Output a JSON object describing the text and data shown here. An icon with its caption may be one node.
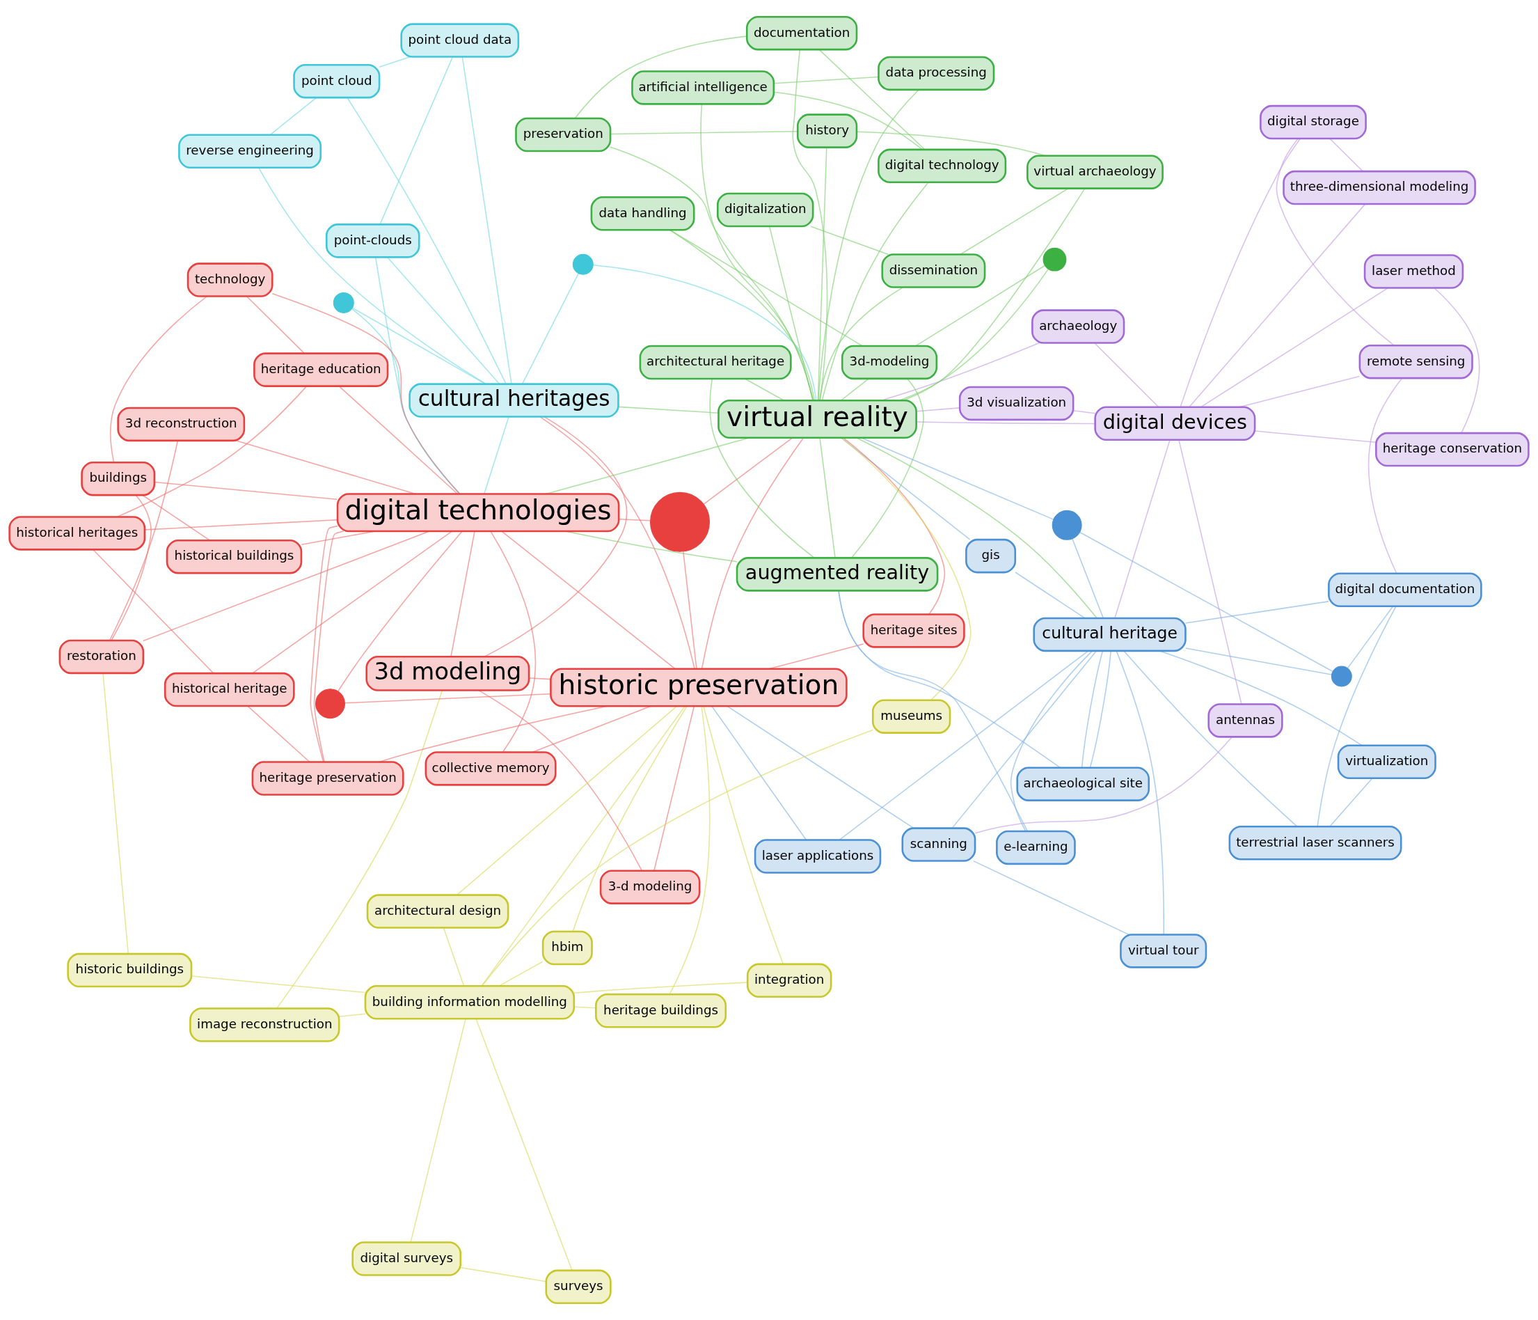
{
  "diagram": {
    "nodes": [
      {
        "text": [
          "virtual tour"
        ]
      },
      {
        "text": [
          "surveys"
        ]
      },
      {
        "text": [
          "scanning"
        ]
      },
      {
        "text": [
          "archaeology"
        ]
      },
      {
        "text": [
          "digital surveys"
        ]
      },
      {
        "text": [
          "hbim"
        ]
      },
      {
        "text": [
          "heritage conservation"
        ]
      },
      {
        "text": [
          "antennas"
        ]
      },
      {
        "text": [
          "heritage buildings"
        ]
      },
      {
        "text": [
          "laser method"
        ]
      },
      {
        "text": [
          "integration"
        ]
      },
      {
        "text": [
          "laser applications"
        ]
      },
      {
        "text": [
          "three-dimensional modeling"
        ]
      },
      {
        "text": [
          "building information modelling"
        ]
      },
      {
        "text": [
          "gis"
        ]
      },
      {
        "text": [
          "virtualization"
        ]
      },
      {
        "text": [
          "3-d modeling"
        ]
      },
      {
        "text": [
          "terrestrial laser scanners"
        ]
      },
      {
        "text": [
          "architectural design"
        ]
      },
      {
        "text": [
          "heritage sites"
        ]
      },
      {
        "text": [
          "historic buildings"
        ]
      },
      {
        "text": [
          "3d visualization"
        ]
      },
      {
        "text": [
          "digital storage"
        ]
      },
      {
        "text": [
          "museums"
        ]
      },
      {
        "text": [
          "image reconstruction"
        ]
      },
      {
        "text": [
          "historic preservation"
        ]
      },
      {
        "text": [
          "remote sensing"
        ]
      },
      {
        "text": [
          "digital devices"
        ]
      },
      {
        "text": [
          "reverse engineering"
        ]
      },
      {
        "text": [],
        "shape": "circle"
      },
      {
        "text": [
          "3d modeling"
        ]
      },
      {
        "text": [
          "digital documentation"
        ]
      },
      {
        "text": [],
        "shape": "circle"
      },
      {
        "text": [
          "virtual reality"
        ]
      },
      {
        "text": [
          "cultural heritages"
        ]
      },
      {
        "text": [
          "point cloud"
        ]
      },
      {
        "text": [
          "cultural heritage"
        ]
      },
      {
        "text": [],
        "shape": "circle"
      },
      {
        "text": [],
        "shape": "circle"
      },
      {
        "text": [
          "3d reconstruction"
        ]
      },
      {
        "text": [
          "point cloud data"
        ]
      },
      {
        "text": [
          "point-clouds"
        ]
      },
      {
        "text": [
          "digitalization"
        ]
      },
      {
        "text": [
          "archaeological site"
        ]
      },
      {
        "text": [
          "collective memory"
        ]
      },
      {
        "text": [
          "restoration"
        ]
      },
      {
        "text": [
          "augmented reality"
        ]
      },
      {
        "text": [
          "dissemination"
        ]
      },
      {
        "text": [
          "virtual archaeology"
        ]
      },
      {
        "text": [
          "e-learning"
        ]
      },
      {
        "text": [
          "digital technologies"
        ]
      },
      {
        "text": [],
        "shape": "circle"
      },
      {
        "text": [],
        "shape": "circle"
      },
      {
        "text": [
          "history"
        ]
      },
      {
        "text": [
          "3d-modeling"
        ]
      },
      {
        "text": [],
        "shape": "circle"
      },
      {
        "text": [
          "historical buildings"
        ]
      },
      {
        "text": [
          "data handling"
        ]
      },
      {
        "text": [
          "buildings"
        ]
      },
      {
        "text": [
          "architectural heritage"
        ]
      },
      {
        "text": [
          "preservation"
        ]
      },
      {
        "text": [
          "documentation"
        ]
      },
      {
        "text": [
          "heritage preservation"
        ]
      },
      {
        "text": [
          "technology"
        ]
      },
      {
        "text": [
          "digital technology"
        ]
      },
      {
        "text": [
          "historical heritages"
        ]
      },
      {
        "text": [
          "heritage education"
        ]
      },
      {
        "text": [
          "data processing"
        ]
      },
      {
        "text": [
          "historical heritage"
        ]
      },
      {
        "text": [
          "artificial intelligence"
        ]
      }
    ],
    "edges": [
      {
        "from": 0,
        "to": 36,
        "arrow": "none",
        "color": "#7fb2e5"
      },
      {
        "from": 0,
        "to": 2,
        "arrow": "none",
        "color": "#7fb2e5"
      },
      {
        "from": 1,
        "to": 13,
        "arrow": "none",
        "color": "#d9d95a"
      },
      {
        "from": 1,
        "to": 4,
        "arrow": "none",
        "color": "#d9d95a"
      },
      {
        "from": 2,
        "to": 36,
        "arrow": "none",
        "color": "#7fb2e5"
      },
      {
        "from": 2,
        "to": 25,
        "arrow": "none",
        "color": "#7fb2e5"
      },
      {
        "from": 3,
        "to": 27,
        "arrow": "none",
        "color": "#c39be6"
      },
      {
        "from": 3,
        "to": 33,
        "arrow": "none",
        "color": "#c39be6"
      },
      {
        "from": 4,
        "to": 13,
        "arrow": "none",
        "color": "#d9d95a"
      },
      {
        "from": 5,
        "to": 13,
        "arrow": "none",
        "color": "#d9d95a"
      },
      {
        "from": 5,
        "to": 25,
        "arrow": "none",
        "color": "#d9d95a"
      },
      {
        "from": 6,
        "to": 27,
        "arrow": "none",
        "color": "#c39be6"
      },
      {
        "from": 6,
        "to": 9,
        "arrow": "none",
        "color": "#c39be6"
      },
      {
        "from": 7,
        "to": 27,
        "arrow": "none",
        "color": "#c39be6"
      },
      {
        "from": 7,
        "to": 2,
        "arrow": "none",
        "color": "#c39be6"
      },
      {
        "from": 8,
        "to": 13,
        "arrow": "none",
        "color": "#d9d95a"
      },
      {
        "from": 8,
        "to": 25,
        "arrow": "none",
        "color": "#d9d95a"
      },
      {
        "from": 9,
        "to": 27,
        "arrow": "none",
        "color": "#c39be6"
      },
      {
        "from": 10,
        "to": 13,
        "arrow": "none",
        "color": "#d9d95a"
      },
      {
        "from": 10,
        "to": 25,
        "arrow": "none",
        "color": "#d9d95a"
      },
      {
        "from": 11,
        "to": 36,
        "arrow": "none",
        "color": "#7fb2e5"
      },
      {
        "from": 11,
        "to": 25,
        "arrow": "none",
        "color": "#7fb2e5"
      },
      {
        "from": 12,
        "to": 27,
        "arrow": "none",
        "color": "#c39be6"
      },
      {
        "from": 12,
        "to": 22,
        "arrow": "none",
        "color": "#c39be6"
      },
      {
        "from": 13,
        "to": 25,
        "arrow": "none",
        "color": "#d9d95a"
      },
      {
        "from": 14,
        "to": 36,
        "arrow": "none",
        "color": "#7fb2e5"
      },
      {
        "from": 14,
        "to": 33,
        "arrow": "none",
        "color": "#7fb2e5"
      },
      {
        "from": 15,
        "to": 36,
        "arrow": "none",
        "color": "#7fb2e5"
      },
      {
        "from": 15,
        "to": 17,
        "arrow": "none",
        "color": "#7fb2e5"
      },
      {
        "from": 16,
        "to": 25,
        "arrow": "none",
        "color": "#f0706e"
      },
      {
        "from": 16,
        "to": 30,
        "arrow": "none",
        "color": "#f0706e"
      },
      {
        "from": 17,
        "to": 36,
        "arrow": "none",
        "color": "#7fb2e5"
      },
      {
        "from": 17,
        "to": 31,
        "arrow": "none",
        "color": "#7fb2e5"
      },
      {
        "from": 18,
        "to": 13,
        "arrow": "none",
        "color": "#d9d95a"
      },
      {
        "from": 18,
        "to": 25,
        "arrow": "none",
        "color": "#d9d95a"
      },
      {
        "from": 19,
        "to": 25,
        "arrow": "none",
        "color": "#f0706e"
      },
      {
        "from": 19,
        "to": 33,
        "arrow": "none",
        "color": "#f0706e"
      },
      {
        "from": 20,
        "to": 13,
        "arrow": "none",
        "color": "#d9d95a"
      },
      {
        "from": 20,
        "to": 45,
        "arrow": "none",
        "color": "#d9d95a"
      },
      {
        "from": 21,
        "to": 27,
        "arrow": "none",
        "color": "#c39be6"
      },
      {
        "from": 21,
        "to": 33,
        "arrow": "none",
        "color": "#c39be6"
      },
      {
        "from": 22,
        "to": 27,
        "arrow": "none",
        "color": "#c39be6"
      },
      {
        "from": 22,
        "to": 26,
        "arrow": "none",
        "color": "#c39be6"
      },
      {
        "from": 23,
        "to": 13,
        "arrow": "none",
        "color": "#d9d95a"
      },
      {
        "from": 23,
        "to": 33,
        "arrow": "none",
        "color": "#d9d95a"
      },
      {
        "from": 24,
        "to": 13,
        "arrow": "none",
        "color": "#d9d95a"
      },
      {
        "from": 24,
        "to": 30,
        "arrow": "none",
        "color": "#d9d95a"
      },
      {
        "from": 25,
        "to": 50,
        "arrow": "none",
        "color": "#f0706e"
      },
      {
        "from": 25,
        "to": 33,
        "arrow": "none",
        "color": "#f0706e"
      },
      {
        "from": 25,
        "to": 30,
        "arrow": "none",
        "color": "#f0706e"
      },
      {
        "from": 25,
        "to": 34,
        "arrow": "none",
        "color": "#f0706e"
      },
      {
        "from": 26,
        "to": 27,
        "arrow": "none",
        "color": "#c39be6"
      },
      {
        "from": 26,
        "to": 31,
        "arrow": "none",
        "color": "#c39be6"
      },
      {
        "from": 27,
        "to": 33,
        "arrow": "none",
        "color": "#c39be6"
      },
      {
        "from": 27,
        "to": 36,
        "arrow": "none",
        "color": "#c39be6"
      },
      {
        "from": 28,
        "to": 34,
        "arrow": "none",
        "color": "#6fd8e6"
      },
      {
        "from": 28,
        "to": 35,
        "arrow": "none",
        "color": "#6fd8e6"
      },
      {
        "from": 29,
        "to": 25,
        "arrow": "none",
        "color": "#f0706e"
      },
      {
        "from": 29,
        "to": 33,
        "arrow": "none",
        "color": "#f0706e"
      },
      {
        "from": 29,
        "to": 50,
        "arrow": "none",
        "color": "#f0706e"
      },
      {
        "from": 30,
        "to": 50,
        "arrow": "none",
        "color": "#f0706e"
      },
      {
        "from": 30,
        "to": 34,
        "arrow": "none",
        "color": "#f0706e"
      },
      {
        "from": 31,
        "to": 36,
        "arrow": "none",
        "color": "#7fb2e5"
      },
      {
        "from": 31,
        "to": 32,
        "arrow": "none",
        "color": "#7fb2e5"
      },
      {
        "from": 32,
        "to": 38,
        "arrow": "none",
        "color": "#7fb2e5"
      },
      {
        "from": 32,
        "to": 36,
        "arrow": "none",
        "color": "#7fb2e5"
      },
      {
        "from": 33,
        "to": 46,
        "arrow": "none",
        "color": "#7ccf6e"
      },
      {
        "from": 33,
        "to": 36,
        "arrow": "none",
        "color": "#7ccf6e"
      },
      {
        "from": 33,
        "to": 50,
        "arrow": "none",
        "color": "#7ccf6e"
      },
      {
        "from": 33,
        "to": 34,
        "arrow": "none",
        "color": "#7ccf6e"
      },
      {
        "from": 34,
        "to": 50,
        "arrow": "none",
        "color": "#6fd8e6"
      },
      {
        "from": 35,
        "to": 34,
        "arrow": "none",
        "color": "#6fd8e6"
      },
      {
        "from": 35,
        "to": 40,
        "arrow": "none",
        "color": "#6fd8e6"
      },
      {
        "from": 36,
        "to": 38,
        "arrow": "none",
        "color": "#7fb2e5"
      },
      {
        "from": 36,
        "to": 43,
        "arrow": "none",
        "color": "#7fb2e5"
      },
      {
        "from": 37,
        "to": 34,
        "arrow": "none",
        "color": "#6fd8e6"
      },
      {
        "from": 37,
        "to": 33,
        "arrow": "none",
        "color": "#6fd8e6"
      },
      {
        "from": 38,
        "to": 33,
        "arrow": "none",
        "color": "#7fb2e5"
      },
      {
        "from": 39,
        "to": 50,
        "arrow": "none",
        "color": "#f0706e"
      },
      {
        "from": 39,
        "to": 45,
        "arrow": "none",
        "color": "#f0706e"
      },
      {
        "from": 40,
        "to": 34,
        "arrow": "none",
        "color": "#6fd8e6"
      },
      {
        "from": 40,
        "to": 41,
        "arrow": "none",
        "color": "#6fd8e6"
      },
      {
        "from": 41,
        "to": 34,
        "arrow": "none",
        "color": "#6fd8e6"
      },
      {
        "from": 41,
        "to": 50,
        "arrow": "none",
        "color": "#6fd8e6"
      },
      {
        "from": 42,
        "to": 33,
        "arrow": "none",
        "color": "#7ccf6e"
      },
      {
        "from": 42,
        "to": 47,
        "arrow": "none",
        "color": "#7ccf6e"
      },
      {
        "from": 43,
        "to": 36,
        "arrow": "none",
        "color": "#7fb2e5"
      },
      {
        "from": 43,
        "to": 46,
        "arrow": "none",
        "color": "#7fb2e5"
      },
      {
        "from": 44,
        "to": 50,
        "arrow": "none",
        "color": "#f0706e"
      },
      {
        "from": 44,
        "to": 25,
        "arrow": "none",
        "color": "#f0706e"
      },
      {
        "from": 45,
        "to": 50,
        "arrow": "none",
        "color": "#f0706e"
      },
      {
        "from": 45,
        "to": 58,
        "arrow": "none",
        "color": "#f0706e"
      },
      {
        "from": 46,
        "to": 54,
        "arrow": "none",
        "color": "#7ccf6e"
      },
      {
        "from": 46,
        "to": 50,
        "arrow": "none",
        "color": "#7ccf6e"
      },
      {
        "from": 47,
        "to": 33,
        "arrow": "none",
        "color": "#7ccf6e"
      },
      {
        "from": 47,
        "to": 48,
        "arrow": "none",
        "color": "#7ccf6e"
      },
      {
        "from": 48,
        "to": 33,
        "arrow": "none",
        "color": "#7ccf6e"
      },
      {
        "from": 48,
        "to": 53,
        "arrow": "none",
        "color": "#7ccf6e"
      },
      {
        "from": 49,
        "to": 36,
        "arrow": "none",
        "color": "#7fb2e5"
      },
      {
        "from": 49,
        "to": 46,
        "arrow": "none",
        "color": "#7fb2e5"
      },
      {
        "from": 50,
        "to": 62,
        "arrow": "none",
        "color": "#f0706e"
      },
      {
        "from": 51,
        "to": 34,
        "arrow": "none",
        "color": "#6fd8e6"
      },
      {
        "from": 51,
        "to": 50,
        "arrow": "none",
        "color": "#6fd8e6"
      },
      {
        "from": 52,
        "to": 50,
        "arrow": "none",
        "color": "#f0706e"
      },
      {
        "from": 52,
        "to": 25,
        "arrow": "none",
        "color": "#f0706e"
      },
      {
        "from": 53,
        "to": 33,
        "arrow": "none",
        "color": "#7ccf6e"
      },
      {
        "from": 53,
        "to": 60,
        "arrow": "none",
        "color": "#7ccf6e"
      },
      {
        "from": 54,
        "to": 33,
        "arrow": "none",
        "color": "#7ccf6e"
      },
      {
        "from": 54,
        "to": 55,
        "arrow": "none",
        "color": "#7ccf6e"
      },
      {
        "from": 55,
        "to": 33,
        "arrow": "none",
        "color": "#7ccf6e"
      },
      {
        "from": 56,
        "to": 50,
        "arrow": "none",
        "color": "#f0706e"
      },
      {
        "from": 56,
        "to": 58,
        "arrow": "none",
        "color": "#f0706e"
      },
      {
        "from": 57,
        "to": 33,
        "arrow": "none",
        "color": "#7ccf6e"
      },
      {
        "from": 57,
        "to": 54,
        "arrow": "none",
        "color": "#7ccf6e"
      },
      {
        "from": 58,
        "to": 50,
        "arrow": "none",
        "color": "#f0706e"
      },
      {
        "from": 58,
        "to": 63,
        "arrow": "none",
        "color": "#f0706e"
      },
      {
        "from": 59,
        "to": 33,
        "arrow": "none",
        "color": "#7ccf6e"
      },
      {
        "from": 59,
        "to": 46,
        "arrow": "none",
        "color": "#7ccf6e"
      },
      {
        "from": 60,
        "to": 33,
        "arrow": "none",
        "color": "#7ccf6e"
      },
      {
        "from": 60,
        "to": 61,
        "arrow": "none",
        "color": "#7ccf6e"
      },
      {
        "from": 61,
        "to": 33,
        "arrow": "none",
        "color": "#7ccf6e"
      },
      {
        "from": 61,
        "to": 64,
        "arrow": "none",
        "color": "#7ccf6e"
      },
      {
        "from": 62,
        "to": 50,
        "arrow": "none",
        "color": "#f0706e"
      },
      {
        "from": 62,
        "to": 25,
        "arrow": "none",
        "color": "#f0706e"
      },
      {
        "from": 63,
        "to": 50,
        "arrow": "none",
        "color": "#f0706e"
      },
      {
        "from": 63,
        "to": 66,
        "arrow": "none",
        "color": "#f0706e"
      },
      {
        "from": 64,
        "to": 33,
        "arrow": "none",
        "color": "#7ccf6e"
      },
      {
        "from": 64,
        "to": 69,
        "arrow": "none",
        "color": "#7ccf6e"
      },
      {
        "from": 65,
        "to": 50,
        "arrow": "none",
        "color": "#f0706e"
      },
      {
        "from": 65,
        "to": 68,
        "arrow": "none",
        "color": "#f0706e"
      },
      {
        "from": 66,
        "to": 50,
        "arrow": "none",
        "color": "#f0706e"
      },
      {
        "from": 66,
        "to": 65,
        "arrow": "none",
        "color": "#f0706e"
      },
      {
        "from": 67,
        "to": 33,
        "arrow": "none",
        "color": "#7ccf6e"
      },
      {
        "from": 67,
        "to": 69,
        "arrow": "none",
        "color": "#7ccf6e"
      },
      {
        "from": 68,
        "to": 50,
        "arrow": "none",
        "color": "#f0706e"
      },
      {
        "from": 68,
        "to": 62,
        "arrow": "none",
        "color": "#f0706e"
      },
      {
        "from": 69,
        "to": 33,
        "arrow": "none",
        "color": "#7ccf6e"
      }
    ]
  }
}
